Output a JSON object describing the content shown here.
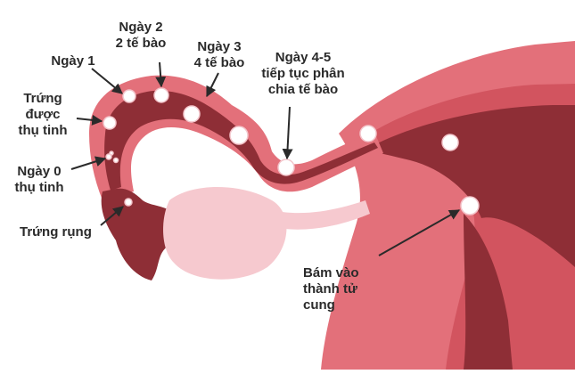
{
  "labels": {
    "day1": "Ngày 1",
    "day2_line1": "Ngày 2",
    "day2_line2": "2 tế bào",
    "day3_line1": "Ngày 3",
    "day3_line2": "4 tế bào",
    "day45_line1": "Ngày 4-5",
    "day45_line2": "tiếp tục phân",
    "day45_line3": "chia tế bào",
    "fertilized_line1": "Trứng",
    "fertilized_line2": "được",
    "fertilized_line3": "thụ tinh",
    "day0_line1": "Ngày 0",
    "day0_line2": "thụ tinh",
    "ovulation": "Trứng rụng",
    "implant_line1": "Bám vào",
    "implant_line2": "thành tử",
    "implant_line3": "cung"
  },
  "colors": {
    "tissue_light": "#e3707a",
    "tissue_mid": "#d2545f",
    "tissue_dark": "#8e2e36",
    "ovary": "#f6c9cf",
    "cell": "#ffffff",
    "arrow": "#2a2a2a",
    "text": "#2a2a2a"
  }
}
